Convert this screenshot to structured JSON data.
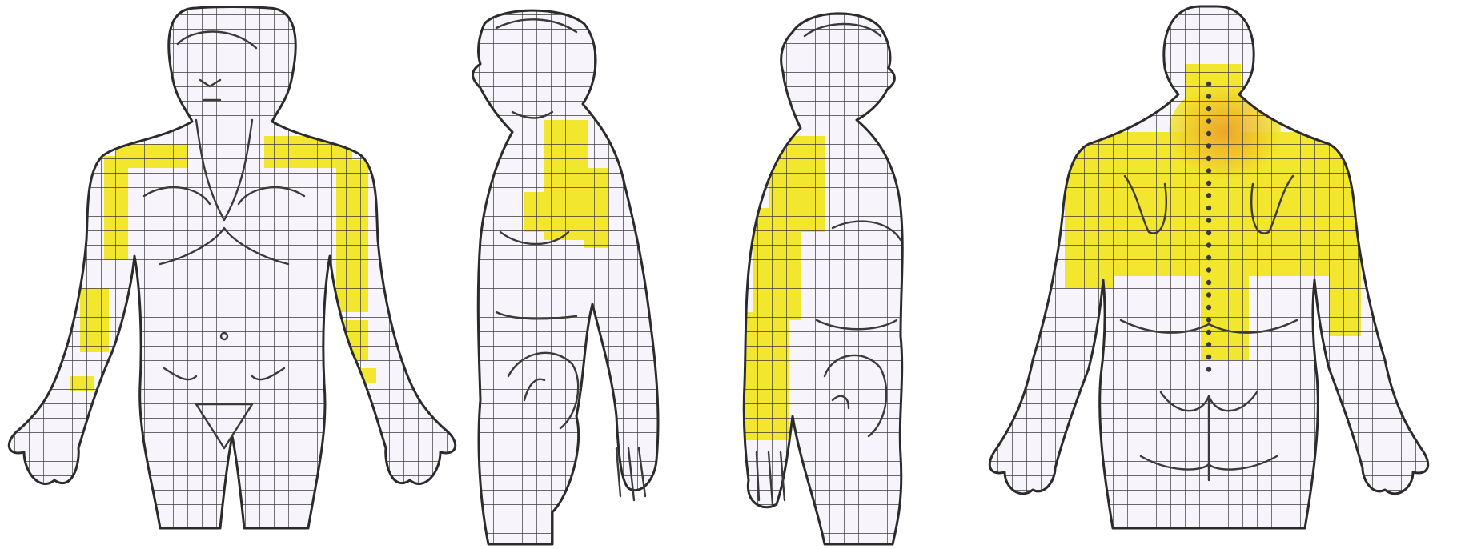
{
  "colors": {
    "background": "#ffffff",
    "body_fill": "#f7f5fb",
    "grid": "#3a3a3a",
    "outline": "#2b2b2b",
    "pain_yellow": "#f2e62e",
    "pain_orange": "#ec9a2a"
  },
  "figures": [
    {
      "view": "front"
    },
    {
      "view": "left-side"
    },
    {
      "view": "right-side"
    },
    {
      "view": "back"
    }
  ]
}
